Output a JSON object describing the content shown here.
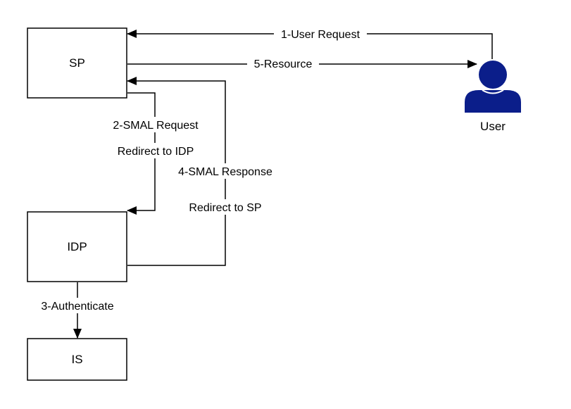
{
  "nodes": {
    "sp": "SP",
    "idp": "IDP",
    "is": "IS",
    "user": "User"
  },
  "edges": {
    "user_request": "1-User Request",
    "smal_request": "2-SMAL Request",
    "redirect_to_idp": "Redirect to IDP",
    "authenticate": "3-Authenticate",
    "smal_response": "4-SMAL Response",
    "redirect_to_sp": "Redirect to SP",
    "resource": "5-Resource"
  },
  "colors": {
    "stroke": "#000000",
    "user_icon": "#0b1e8a",
    "background": "#ffffff"
  },
  "icons": {
    "user": "user-icon"
  }
}
